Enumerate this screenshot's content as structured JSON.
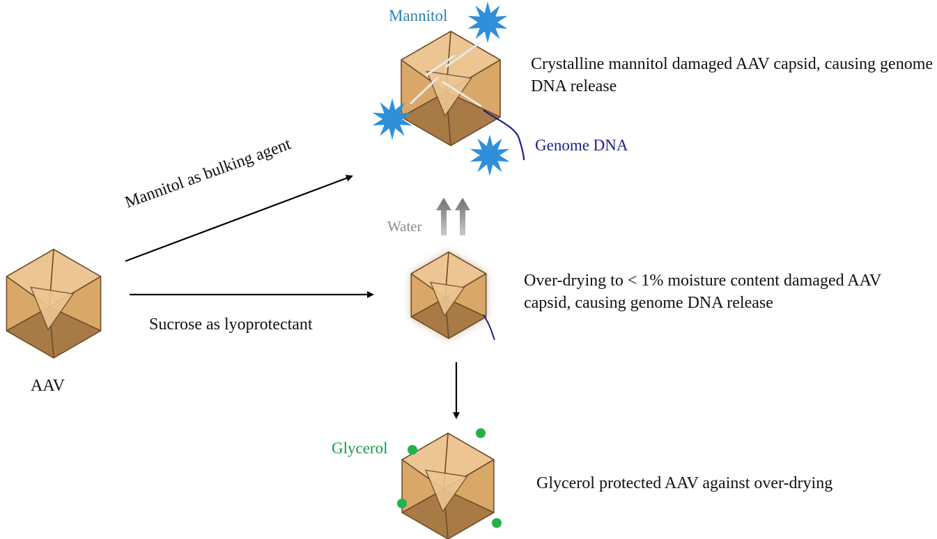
{
  "labels": {
    "mannitol": "Mannitol",
    "genome_dna": "Genome DNA",
    "water": "Water",
    "glycerol": "Glycerol",
    "aav": "AAV",
    "mannitol_pathway": "Mannitol as bulking agent",
    "sucrose_pathway": "Sucrose as lyoprotectant"
  },
  "outcomes": {
    "mannitol_damage": "Crystalline mannitol damaged AAV capsid, causing genome DNA release",
    "over_drying_damage": "Over-drying to < 1% moisture content damaged AAV capsid, causing genome DNA release",
    "glycerol_protection": "Glycerol protected AAV against over-drying"
  },
  "colors": {
    "capsid_face": "#d9a868",
    "capsid_light": "#ecc592",
    "capsid_dark": "#a87a45",
    "capsid_edge": "#6e4e2a",
    "mannitol_star": "#2f8fd8",
    "glycerol_dot": "#22b24c",
    "genome_dna": "#1d1d8f",
    "water_arrow": "#8a8a8a",
    "arrow": "#000000"
  }
}
